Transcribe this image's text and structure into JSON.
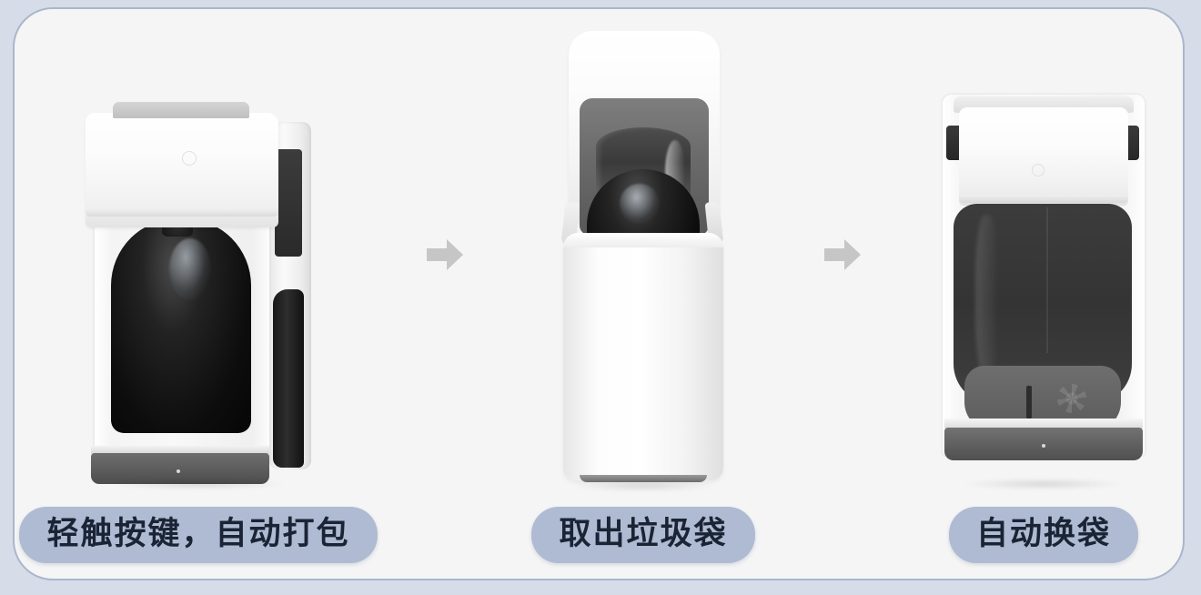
{
  "page": {
    "background_color": "#d6dce8",
    "card_background_color": "#f5f5f5",
    "card_border_color": "#aab6cc"
  },
  "theme": {
    "pill_background": "#aebbd3",
    "pill_text_color": "#1b2435",
    "arrow_color": "#c6c6c6"
  },
  "steps": [
    {
      "index": "1",
      "caption": "轻触按键，自动打包",
      "product_name": "smart-trash-can-sealed-bag",
      "product_description": "封口状态的智能垃圾桶，透明桶身内为已打包的黑色垃圾袋"
    },
    {
      "index": "2",
      "caption": "取出垃圾袋",
      "product_name": "smart-trash-can-lid-open",
      "product_description": "翻盖打开，黑色垃圾袋从桶内被提起取出"
    },
    {
      "index": "3",
      "caption": "自动换袋",
      "product_name": "smart-trash-can-new-bag-roll",
      "product_description": "透明桶身内装入新的垃圾袋卷，自动换袋完成"
    }
  ],
  "arrows": [
    {
      "name": "step-arrow-1-to-2",
      "glyph": "→"
    },
    {
      "name": "step-arrow-2-to-3",
      "glyph": "→"
    }
  ]
}
